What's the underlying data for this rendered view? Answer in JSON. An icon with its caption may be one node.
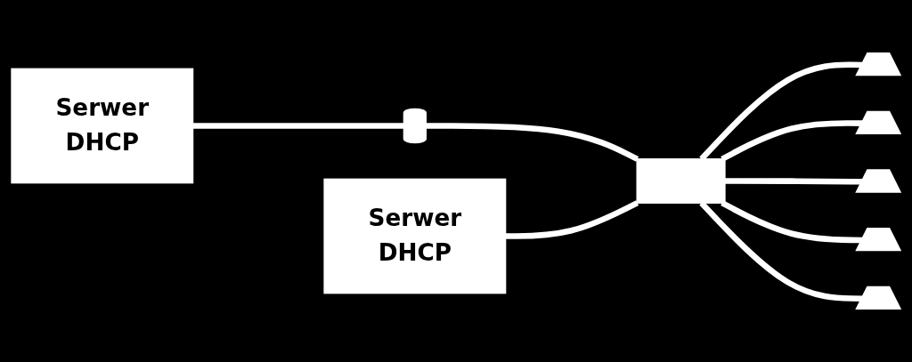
{
  "diagram": {
    "nodes": [
      {
        "text": [
          "Serwer",
          "DHCP"
        ]
      },
      {
        "text": [],
        "shape": "cylinder"
      },
      {
        "text": [
          "Serwer",
          "DHCP"
        ]
      },
      {
        "text": [],
        "shape": "box"
      },
      {
        "text": [],
        "shape": "laptop"
      },
      {
        "text": [],
        "shape": "laptop"
      },
      {
        "text": [],
        "shape": "laptop"
      },
      {
        "text": [],
        "shape": "laptop"
      },
      {
        "text": [],
        "shape": "laptop"
      }
    ],
    "edges": [
      {
        "from": 0,
        "to": 1,
        "arrow": "none"
      },
      {
        "from": 1,
        "to": 3,
        "arrow": "none"
      },
      {
        "from": 2,
        "to": 3,
        "arrow": "none"
      },
      {
        "from": 3,
        "to": 4,
        "arrow": "none"
      },
      {
        "from": 3,
        "to": 5,
        "arrow": "none"
      },
      {
        "from": 3,
        "to": 6,
        "arrow": "none"
      },
      {
        "from": 3,
        "to": 7,
        "arrow": "none"
      },
      {
        "from": 3,
        "to": 8,
        "arrow": "none"
      }
    ]
  }
}
